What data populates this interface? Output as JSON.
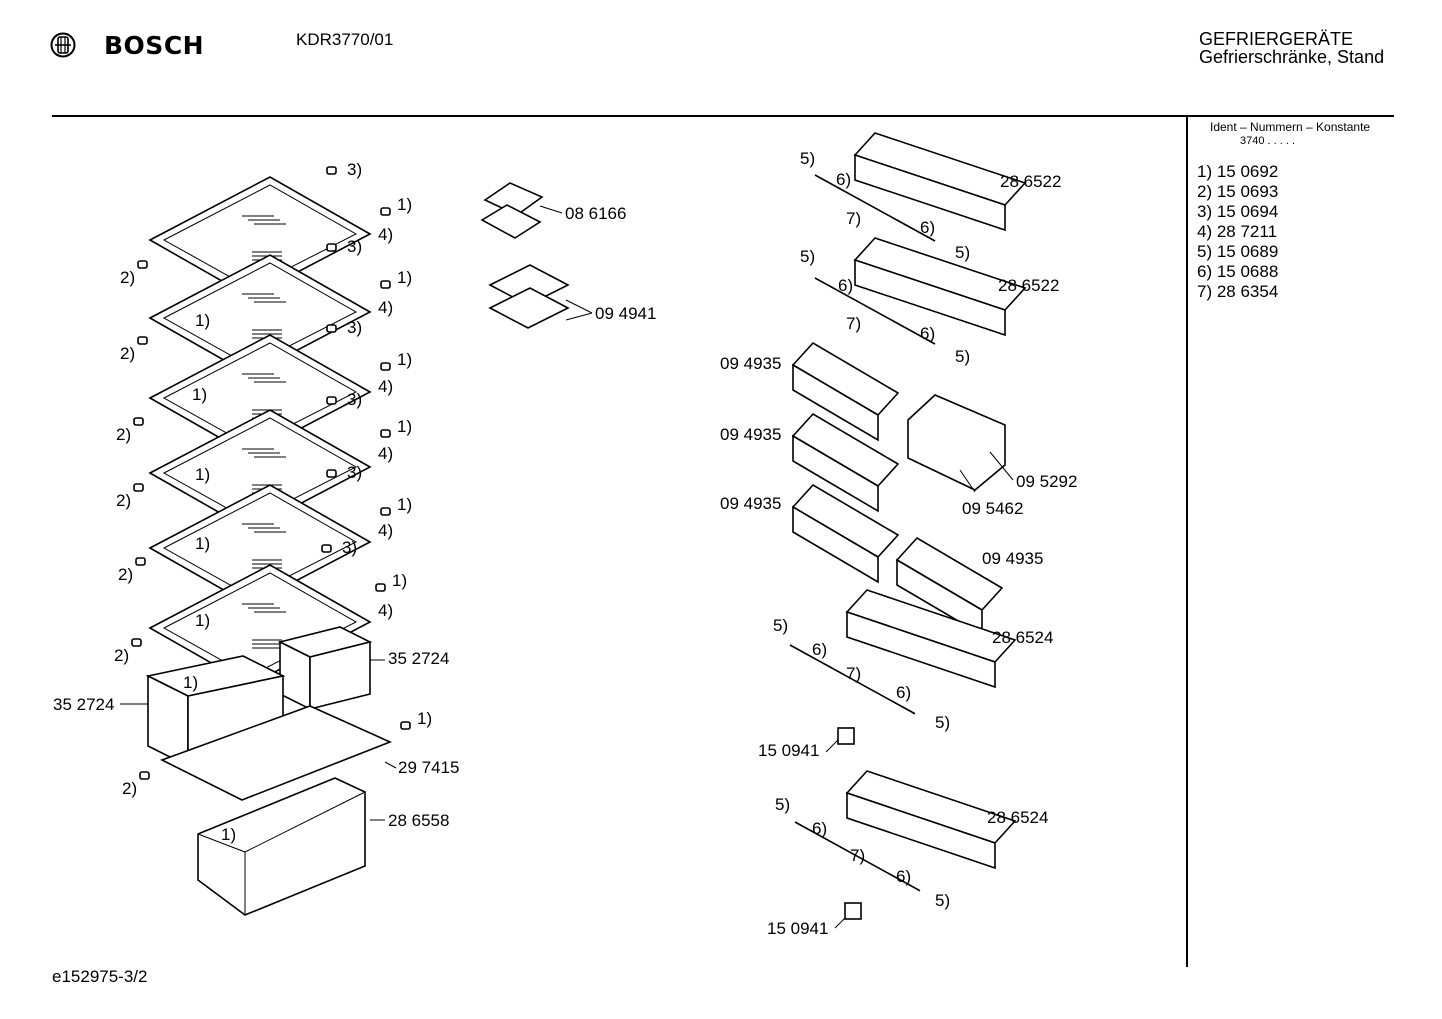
{
  "header": {
    "brand": "BOSCH",
    "model": "KDR3770/01",
    "category": "GEFRIERGERÄTE",
    "subcategory": "Gefrierschränke, Stand"
  },
  "ident": {
    "title": "Ident – Nummern – Konstante",
    "constant": "3740  .  .  .  .  .",
    "items": [
      "1) 15 0692",
      "2) 15 0693",
      "3) 15 0694",
      "4) 28 7211",
      "5) 15 0689",
      "6) 15 0688",
      "7) 28 6354"
    ]
  },
  "footer": {
    "code": "e152975-3/2"
  },
  "labels": {
    "part_086166": "08 6166",
    "part_094941": "09 4941",
    "part_352724": "35 2724",
    "part_297415": "29 7415",
    "part_286558": "28 6558",
    "part_286522": "28 6522",
    "part_094935": "09 4935",
    "part_095292": "09 5292",
    "part_095462": "09 5462",
    "part_286524": "28 6524",
    "part_150941": "15 0941",
    "ref_1": "1)",
    "ref_2": "2)",
    "ref_3": "3)",
    "ref_4": "4)",
    "ref_5": "5)",
    "ref_6": "6)",
    "ref_7": "7)"
  }
}
